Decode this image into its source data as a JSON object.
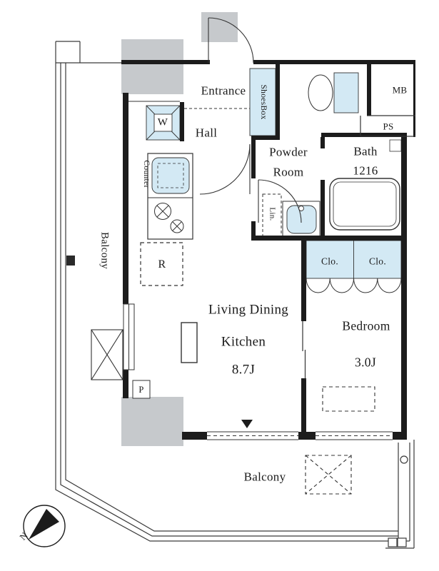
{
  "plan": {
    "rooms": {
      "entrance": "Entrance",
      "hall": "Hall",
      "powder_line1": "Powder",
      "powder_line2": "Room",
      "bath_name": "Bath",
      "bath_size": "1216",
      "ldk_line1": "Living Dining",
      "ldk_line2": "Kitchen",
      "ldk_size": "8.7J",
      "bedroom_name": "Bedroom",
      "bedroom_size": "3.0J",
      "balcony_left": "Balcony",
      "balcony_bottom": "Balcony"
    },
    "fixtures": {
      "shoes_box": "ShoesBox",
      "washer": "W",
      "counter": "Counter",
      "linen": "Lin.",
      "closet_left": "Clo.",
      "closet_right": "Clo.",
      "fridge": "R",
      "pipe_label": "P",
      "meter_box": "MB",
      "pipe_space": "PS"
    },
    "compass_north": "N",
    "colors": {
      "fixture_blue": "#d3e9f4",
      "column_gray": "#c6c9cc",
      "wall_black": "#1c1c1c"
    }
  }
}
